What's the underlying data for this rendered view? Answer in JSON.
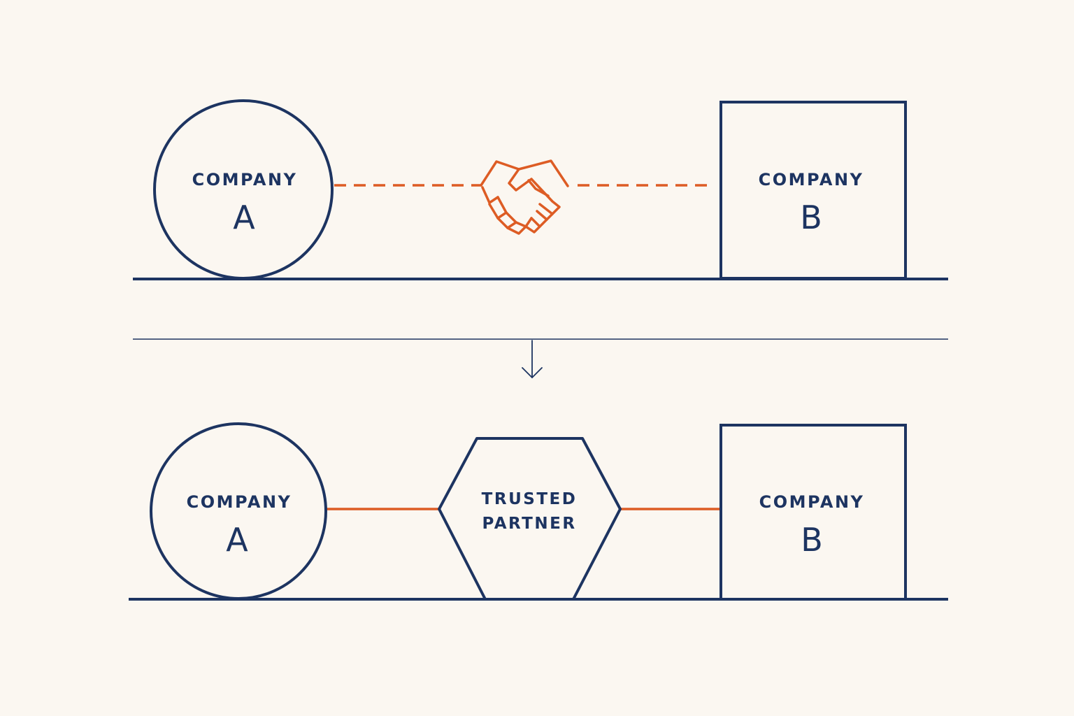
{
  "colors": {
    "background": "#fbf7f1",
    "navy": "#1d3461",
    "orange": "#dd5c24"
  },
  "before": {
    "company_a": {
      "line1": "COMPANY",
      "line2": "A",
      "shape": "circle"
    },
    "company_b": {
      "line1": "COMPANY",
      "line2": "B",
      "shape": "square"
    },
    "connection": {
      "style": "dashed",
      "icon": "handshake-icon"
    }
  },
  "transition": {
    "icon": "arrow-down-icon"
  },
  "after": {
    "company_a": {
      "line1": "COMPANY",
      "line2": "A",
      "shape": "circle"
    },
    "partner": {
      "line1": "TRUSTED",
      "line2": "PARTNER",
      "shape": "hexagon"
    },
    "company_b": {
      "line1": "COMPANY",
      "line2": "B",
      "shape": "square"
    },
    "connection": {
      "style": "solid"
    }
  }
}
